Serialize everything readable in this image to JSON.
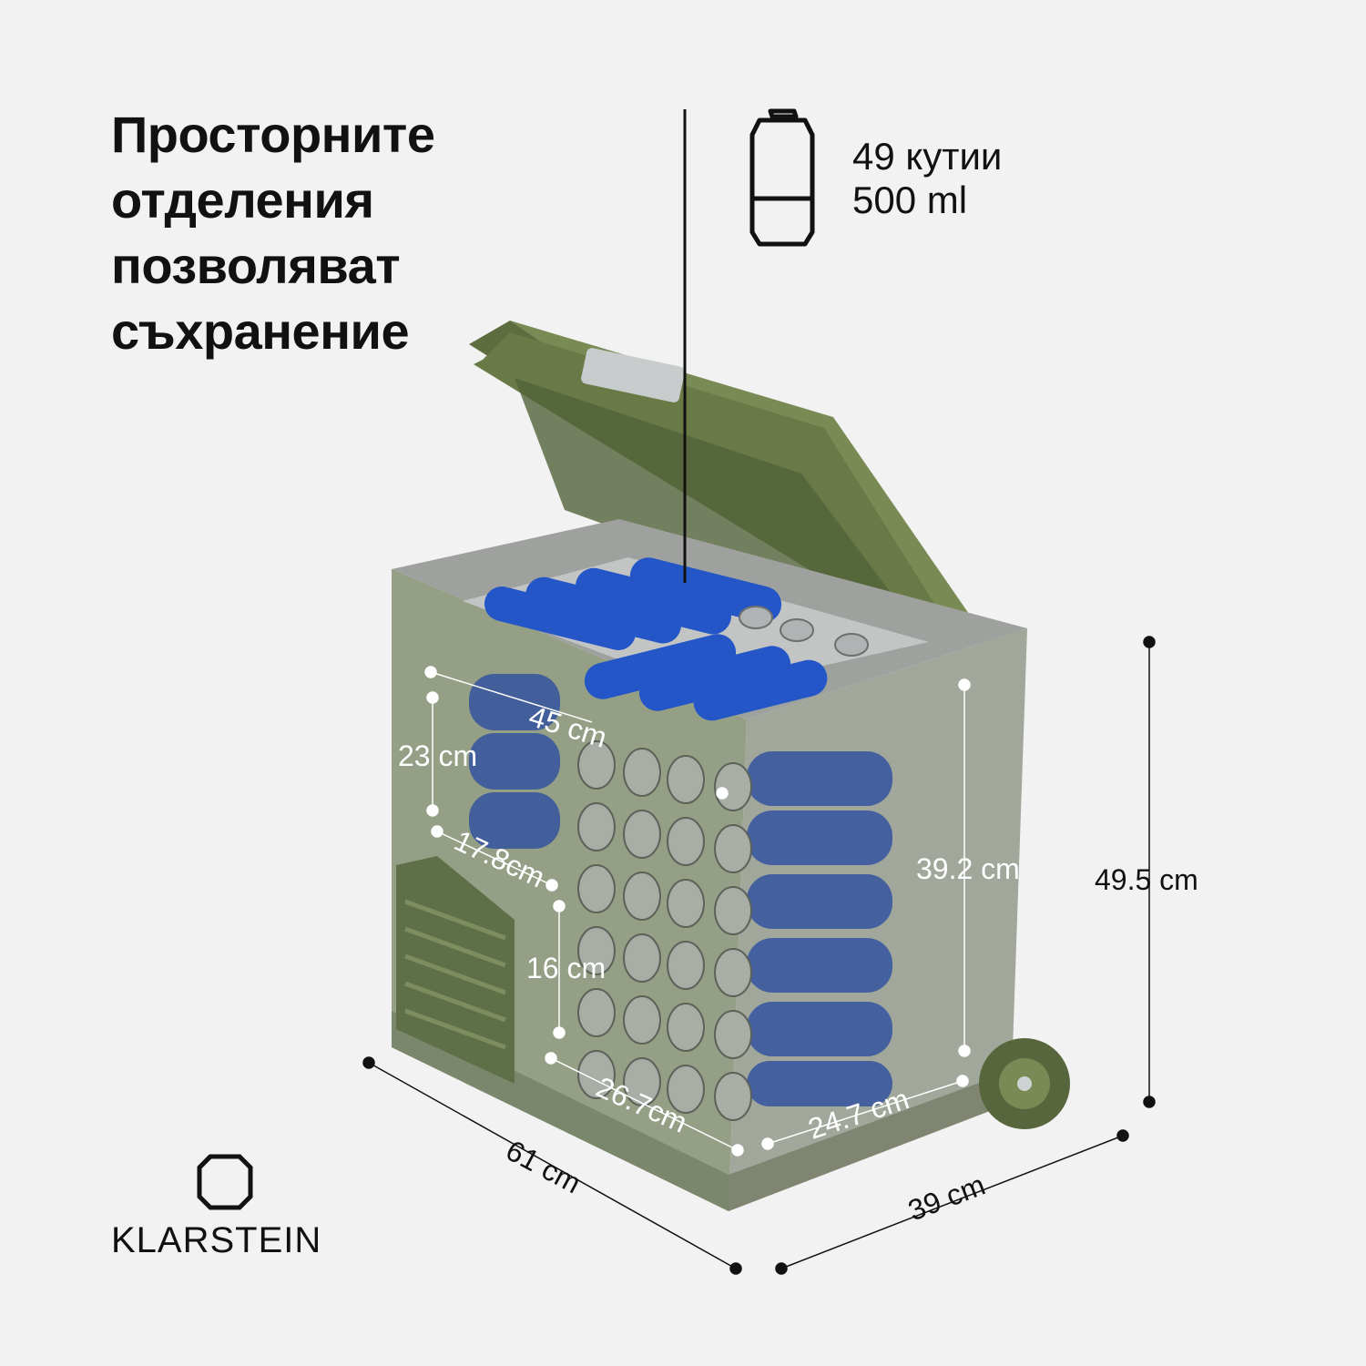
{
  "headline": [
    "Просторните",
    "отделения",
    "позволяват",
    "съхранение"
  ],
  "capacity": {
    "count": "49 кутии",
    "volume": "500 ml",
    "icon": "can-icon"
  },
  "brand": {
    "name": "KLARSTEIN",
    "icon": "klarstein-logo-icon"
  },
  "dimensions": {
    "inner_width": "45 cm",
    "inner_height_top": "23 cm",
    "inner_depth_top": "17.8cm",
    "inner_height_bottom": "16 cm",
    "inner_width_bottom": "26.7cm",
    "inner_depth_bottom": "24.7 cm",
    "inner_height_total": "39.2 cm",
    "outer_height": "49.5 cm",
    "outer_width": "61 cm",
    "outer_depth": "39 cm"
  },
  "colors": {
    "background": "#f2f2f2",
    "body_grey": "#a9aaa8",
    "lid_green": "#6b7b4a",
    "can_blue": "#1f4fbf"
  }
}
